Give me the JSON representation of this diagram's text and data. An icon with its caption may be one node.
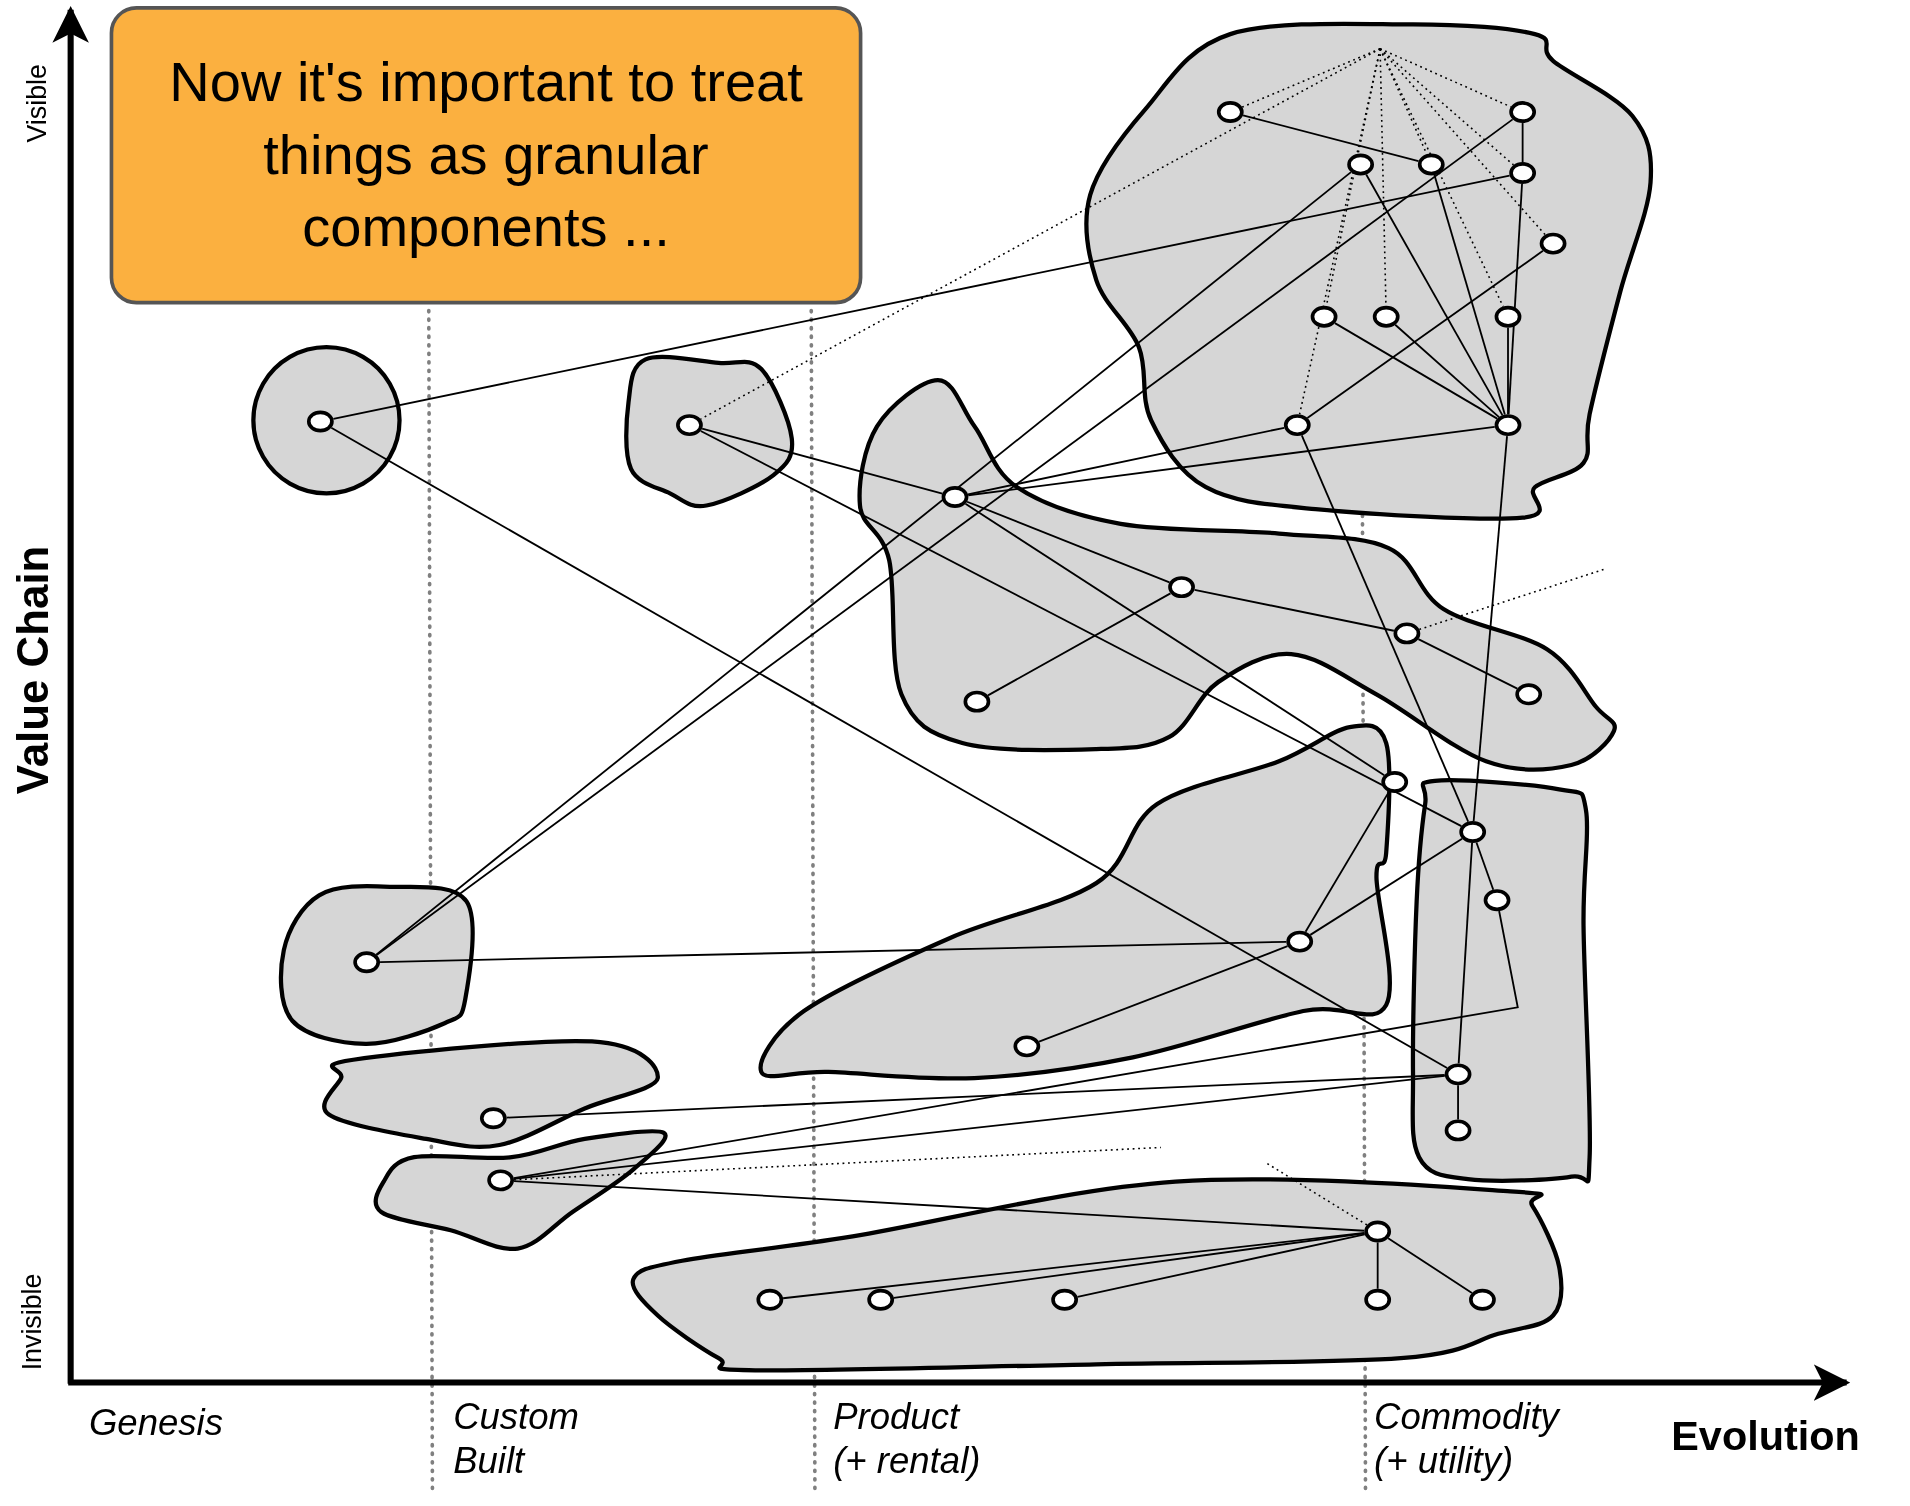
{
  "diagram": {
    "nodes": [
      {
        "text": [
          "Now it's important to treat things as granular components ..."
        ]
      },
      {
        "text": [],
        "shape": "blob"
      },
      {
        "text": [],
        "shape": "circle",
        "in": 1
      },
      {
        "text": [],
        "shape": "circle",
        "in": 1
      },
      {
        "text": [],
        "shape": "circle",
        "in": 1
      },
      {
        "text": [],
        "shape": "circle",
        "in": 1
      },
      {
        "text": [],
        "shape": "circle",
        "in": 1
      },
      {
        "text": [],
        "shape": "circle",
        "in": 1
      },
      {
        "text": [],
        "shape": "circle",
        "in": 1
      },
      {
        "text": [],
        "shape": "circle",
        "in": 1
      },
      {
        "text": [],
        "shape": "circle",
        "in": 1
      },
      {
        "text": [],
        "shape": "circle",
        "in": 1
      },
      {
        "text": [],
        "shape": "circle",
        "in": 1
      },
      {
        "text": [],
        "shape": "circle"
      },
      {
        "text": [],
        "shape": "circle",
        "in": 13
      },
      {
        "text": [],
        "shape": "blob"
      },
      {
        "text": [],
        "shape": "circle",
        "in": 15
      },
      {
        "text": [],
        "shape": "blob"
      },
      {
        "text": [],
        "shape": "circle",
        "in": 17
      },
      {
        "text": [],
        "shape": "circle",
        "in": 17
      },
      {
        "text": [],
        "shape": "circle",
        "in": 17
      },
      {
        "text": [],
        "shape": "circle",
        "in": 17
      },
      {
        "text": [],
        "shape": "circle",
        "in": 17
      },
      {
        "text": [],
        "shape": "blob"
      },
      {
        "text": [],
        "shape": "circle",
        "in": 23
      },
      {
        "text": [],
        "shape": "circle",
        "in": 23
      },
      {
        "text": [],
        "shape": "circle",
        "in": 23
      },
      {
        "text": [],
        "shape": "blob"
      },
      {
        "text": [],
        "shape": "circle",
        "in": 27
      },
      {
        "text": [],
        "shape": "circle",
        "in": 27
      },
      {
        "text": [],
        "shape": "circle",
        "in": 27
      },
      {
        "text": [],
        "shape": "circle",
        "in": 27
      },
      {
        "text": [],
        "shape": "blob"
      },
      {
        "text": [],
        "shape": "circle",
        "in": 32
      },
      {
        "text": [],
        "shape": "blob"
      },
      {
        "text": [],
        "shape": "circle",
        "in": 34
      },
      {
        "text": [],
        "shape": "blob"
      },
      {
        "text": [],
        "shape": "circle",
        "in": 36
      },
      {
        "text": [],
        "shape": "blob"
      },
      {
        "text": [],
        "shape": "circle",
        "in": 38
      },
      {
        "text": [],
        "shape": "circle",
        "in": 38
      },
      {
        "text": [],
        "shape": "circle",
        "in": 38
      },
      {
        "text": [],
        "shape": "circle",
        "in": 38
      },
      {
        "text": [],
        "shape": "circle",
        "in": 38
      },
      {
        "text": [],
        "shape": "circle",
        "in": 38
      }
    ],
    "edges": [
      {
        "from": 2,
        "to": 5,
        "arrow": "none"
      },
      {
        "from": 3,
        "to": 6,
        "arrow": "none"
      },
      {
        "from": 6,
        "to": 12,
        "arrow": "none"
      },
      {
        "from": 12,
        "to": 4,
        "arrow": "none"
      },
      {
        "from": 12,
        "to": 5,
        "arrow": "none"
      },
      {
        "from": 12,
        "to": 8,
        "arrow": "none"
      },
      {
        "from": 12,
        "to": 9,
        "arrow": "none"
      },
      {
        "from": 12,
        "to": 10,
        "arrow": "none"
      },
      {
        "from": 11,
        "to": 7,
        "arrow": "none"
      },
      {
        "from": 33,
        "to": 4,
        "arrow": "none"
      },
      {
        "from": 33,
        "to": 3,
        "arrow": "none"
      },
      {
        "from": 14,
        "to": 6,
        "arrow": "none"
      },
      {
        "from": 14,
        "to": 30,
        "arrow": "none"
      },
      {
        "from": 16,
        "to": 18,
        "arrow": "none"
      },
      {
        "from": 16,
        "to": 28,
        "arrow": "none"
      },
      {
        "from": 18,
        "to": 11,
        "arrow": "none"
      },
      {
        "from": 18,
        "to": 12,
        "arrow": "none"
      },
      {
        "from": 18,
        "to": 19,
        "arrow": "none"
      },
      {
        "from": 18,
        "to": 24,
        "arrow": "none"
      },
      {
        "from": 19,
        "to": 22,
        "arrow": "none"
      },
      {
        "from": 19,
        "to": 20,
        "arrow": "none"
      },
      {
        "from": 20,
        "to": 21,
        "arrow": "none"
      },
      {
        "from": 11,
        "to": 28,
        "arrow": "none"
      },
      {
        "from": 12,
        "to": 28,
        "arrow": "none"
      },
      {
        "from": 24,
        "to": 25,
        "arrow": "none"
      },
      {
        "from": 25,
        "to": 28,
        "arrow": "none"
      },
      {
        "from": 25,
        "to": 33,
        "arrow": "none"
      },
      {
        "from": 25,
        "to": 26,
        "arrow": "none"
      },
      {
        "from": 28,
        "to": 29,
        "arrow": "none"
      },
      {
        "from": 28,
        "to": 30,
        "arrow": "none"
      },
      {
        "from": 29,
        "to": 37,
        "arrow": "none"
      },
      {
        "from": 30,
        "to": 35,
        "arrow": "none"
      },
      {
        "from": 30,
        "to": 37,
        "arrow": "none"
      },
      {
        "from": 30,
        "to": 31,
        "arrow": "none"
      },
      {
        "from": 37,
        "to": 39,
        "arrow": "none"
      },
      {
        "from": 39,
        "to": 40,
        "arrow": "none"
      },
      {
        "from": 39,
        "to": 41,
        "arrow": "none"
      },
      {
        "from": 39,
        "to": 42,
        "arrow": "none"
      },
      {
        "from": 39,
        "to": 43,
        "arrow": "none"
      },
      {
        "from": 39,
        "to": 44,
        "arrow": "none"
      },
      {
        "from": null,
        "to": 2,
        "arrow": "none",
        "style": "dashed"
      },
      {
        "from": null,
        "to": 16,
        "arrow": "none",
        "style": "dashed"
      },
      {
        "from": null,
        "to": 8,
        "arrow": "none",
        "style": "dashed"
      },
      {
        "from": null,
        "to": 11,
        "arrow": "none",
        "style": "dashed"
      },
      {
        "from": null,
        "to": 9,
        "arrow": "none",
        "style": "dashed"
      },
      {
        "from": null,
        "to": 5,
        "arrow": "none",
        "style": "dashed"
      },
      {
        "from": null,
        "to": 10,
        "arrow": "none",
        "style": "dashed"
      },
      {
        "from": null,
        "to": 3,
        "arrow": "none",
        "style": "dashed"
      },
      {
        "from": null,
        "to": 6,
        "arrow": "none",
        "style": "dashed"
      },
      {
        "from": null,
        "to": 7,
        "arrow": "none",
        "style": "dashed"
      },
      {
        "from": 20,
        "to": null,
        "arrow": "none",
        "style": "dashed"
      },
      {
        "from": 37,
        "to": null,
        "arrow": "none",
        "style": "dashed"
      },
      {
        "from": 39,
        "to": null,
        "arrow": "none",
        "style": "dashed"
      }
    ],
    "labels": [
      "Visible",
      "Value Chain",
      "Invisible",
      "Genesis",
      "Custom Built",
      "Product (+ rental)",
      "Commodity (+ utility)",
      "Evolution"
    ]
  }
}
